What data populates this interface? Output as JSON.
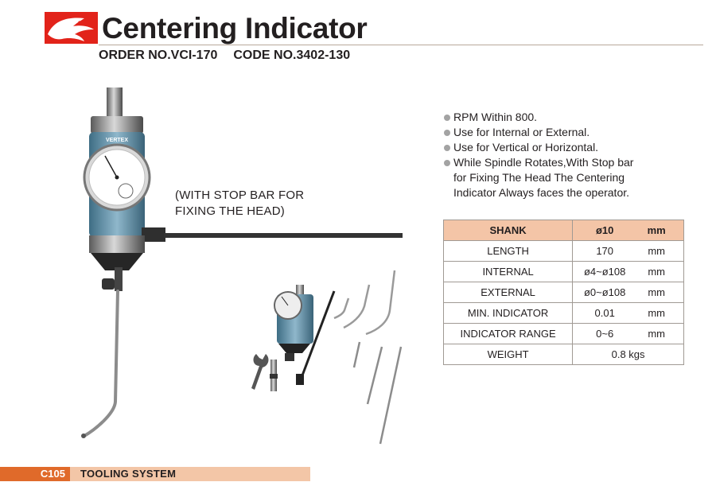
{
  "header": {
    "title": "Centering Indicator",
    "order_no": "ORDER NO.VCI-170",
    "code_no": "CODE NO.3402-130"
  },
  "illustration": {
    "callout_line1": "(WITH STOP BAR FOR",
    "callout_line2": "FIXING THE HEAD)",
    "brand_label": "VERTEX"
  },
  "features": [
    "RPM Within 800.",
    "Use for Internal or External.",
    "Use for Vertical or Horizontal.",
    "While Spindle Rotates,With Stop bar",
    "for Fixing The Head The Centering",
    "Indicator Always faces the operator."
  ],
  "spec_table": {
    "header": {
      "label": "SHANK",
      "value": "ø10",
      "unit": "mm"
    },
    "rows": [
      {
        "label": "LENGTH",
        "value": "170",
        "unit": "mm"
      },
      {
        "label": "INTERNAL",
        "value": "ø4~ø108",
        "unit": "mm"
      },
      {
        "label": "EXTERNAL",
        "value": "ø0~ø108",
        "unit": "mm"
      },
      {
        "label": "MIN. INDICATOR",
        "value": "0.01",
        "unit": "mm"
      },
      {
        "label": "INDICATOR RANGE",
        "value": "0~6",
        "unit": "mm"
      }
    ],
    "weight": {
      "label": "WEIGHT",
      "value": "0.8 kgs"
    }
  },
  "footer": {
    "page_code": "C105",
    "section": "TOOLING SYSTEM"
  },
  "colors": {
    "brand_red": "#e2231a",
    "accent_orange": "#e06a2a",
    "table_header": "#f4c5a7",
    "body_blue": "#5d8fa8"
  },
  "icons": [
    "eagle-logo-icon",
    "bullet-dot-icon"
  ]
}
